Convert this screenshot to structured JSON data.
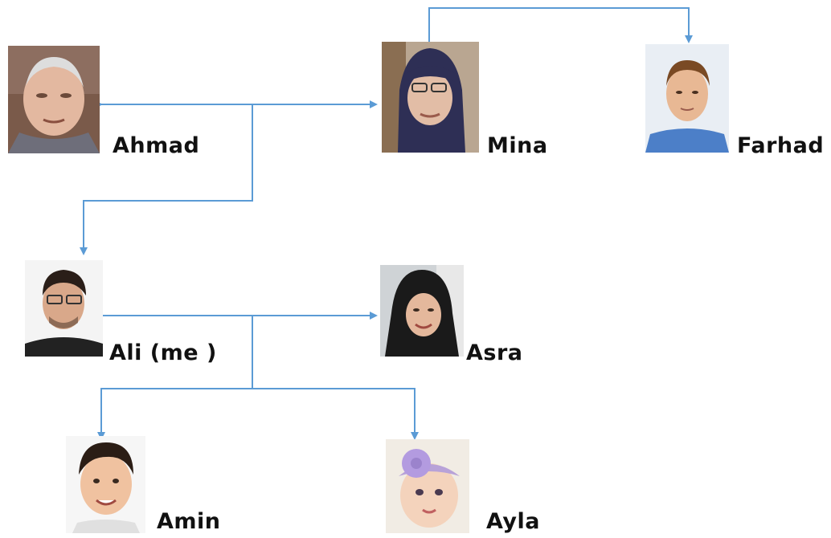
{
  "colors": {
    "connector": "#5b9bd5",
    "text": "#111111"
  },
  "people": {
    "ahmad": {
      "name": "Ahmad",
      "photo_icon": "elderly-man-photo"
    },
    "mina": {
      "name": "Mina",
      "photo_icon": "elderly-woman-hijab-photo"
    },
    "farhad": {
      "name": "Farhad",
      "photo_icon": "man-portrait-photo"
    },
    "ali": {
      "name": "Ali (me )",
      "photo_icon": "young-man-glasses-photo"
    },
    "asra": {
      "name": "Asra",
      "photo_icon": "woman-hijab-photo"
    },
    "amin": {
      "name": "Amin",
      "photo_icon": "boy-photo"
    },
    "ayla": {
      "name": "Ayla",
      "photo_icon": "baby-girl-photo"
    }
  }
}
